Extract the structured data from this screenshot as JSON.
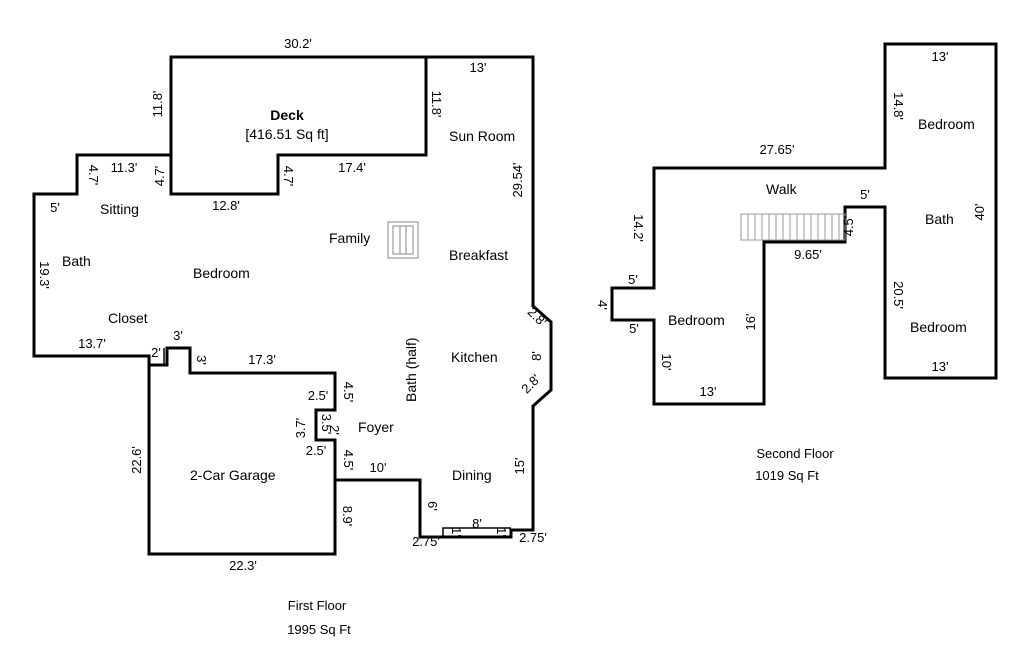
{
  "first_floor": {
    "title": "First Floor",
    "area": "1995 Sq Ft",
    "deck": {
      "name": "Deck",
      "area": "[416.51 Sq ft]"
    },
    "rooms": {
      "sun_room": "Sun Room",
      "sitting": "Sitting",
      "family": "Family",
      "breakfast": "Breakfast",
      "bath": "Bath",
      "bedroom": "Bedroom",
      "closet": "Closet",
      "bath_half": "Bath (half)",
      "kitchen": "Kitchen",
      "foyer": "Foyer",
      "garage": "2-Car Garage",
      "dining": "Dining"
    },
    "dimensions": {
      "deck_top": "30.2'",
      "deck_left": "11.8'",
      "deck_right": "11.8'",
      "sun_top": "13'",
      "right_long": "29.54'",
      "deck_bottom": "17.4'",
      "notch_right": "4.7'",
      "notch_left": "4.7'",
      "bottom_12": "12.8'",
      "sitting_top": "11.3'",
      "sitting_side": "4.7'",
      "west_top": "5'",
      "west_side": "19.3'",
      "bedroom_bottom": "13.7'",
      "small_2": "2'",
      "small_3a": "3'",
      "small_3b": "3'",
      "mid_17": "17.3'",
      "bay_a": "2.8'",
      "bay_b": "8'",
      "bay_c": "2.8'",
      "d_25a": "2.5'",
      "d_45a": "4.5'",
      "d_37": "3.7'",
      "d_35": "3.5'",
      "d_2": "2'",
      "d_25b": "2.5'",
      "d_45b": "4.5'",
      "d_10": "10'",
      "garage_side": "22.6'",
      "garage_right": "8.9'",
      "dining_right": "15'",
      "d_6": "6'",
      "d_8": "8'",
      "d_1a": "1'",
      "d_1b": "1'",
      "bottom_275a": "2.75'",
      "bottom_275b": "2.75'",
      "garage_bottom": "22.3'"
    }
  },
  "second_floor": {
    "title": "Second Floor",
    "area": "1019 Sq Ft",
    "rooms": {
      "bedroom_top": "Bedroom",
      "walk": "Walk",
      "bath": "Bath",
      "bedroom_left": "Bedroom",
      "bedroom_right": "Bedroom"
    },
    "dimensions": {
      "top_13": "13'",
      "side_14_8": "14.8'",
      "long_27": "27.65'",
      "left_14_2": "14.2'",
      "notch_5a": "5'",
      "notch_4": "4'",
      "notch_5b": "5'",
      "left_10": "10'",
      "bottom_13": "13'",
      "stair_16": "16'",
      "stair_9": "9.65'",
      "bath_45": "4.5'",
      "bath_5": "5'",
      "right_40": "40'",
      "side_20": "20.5'",
      "right_bottom_13": "13'"
    }
  }
}
